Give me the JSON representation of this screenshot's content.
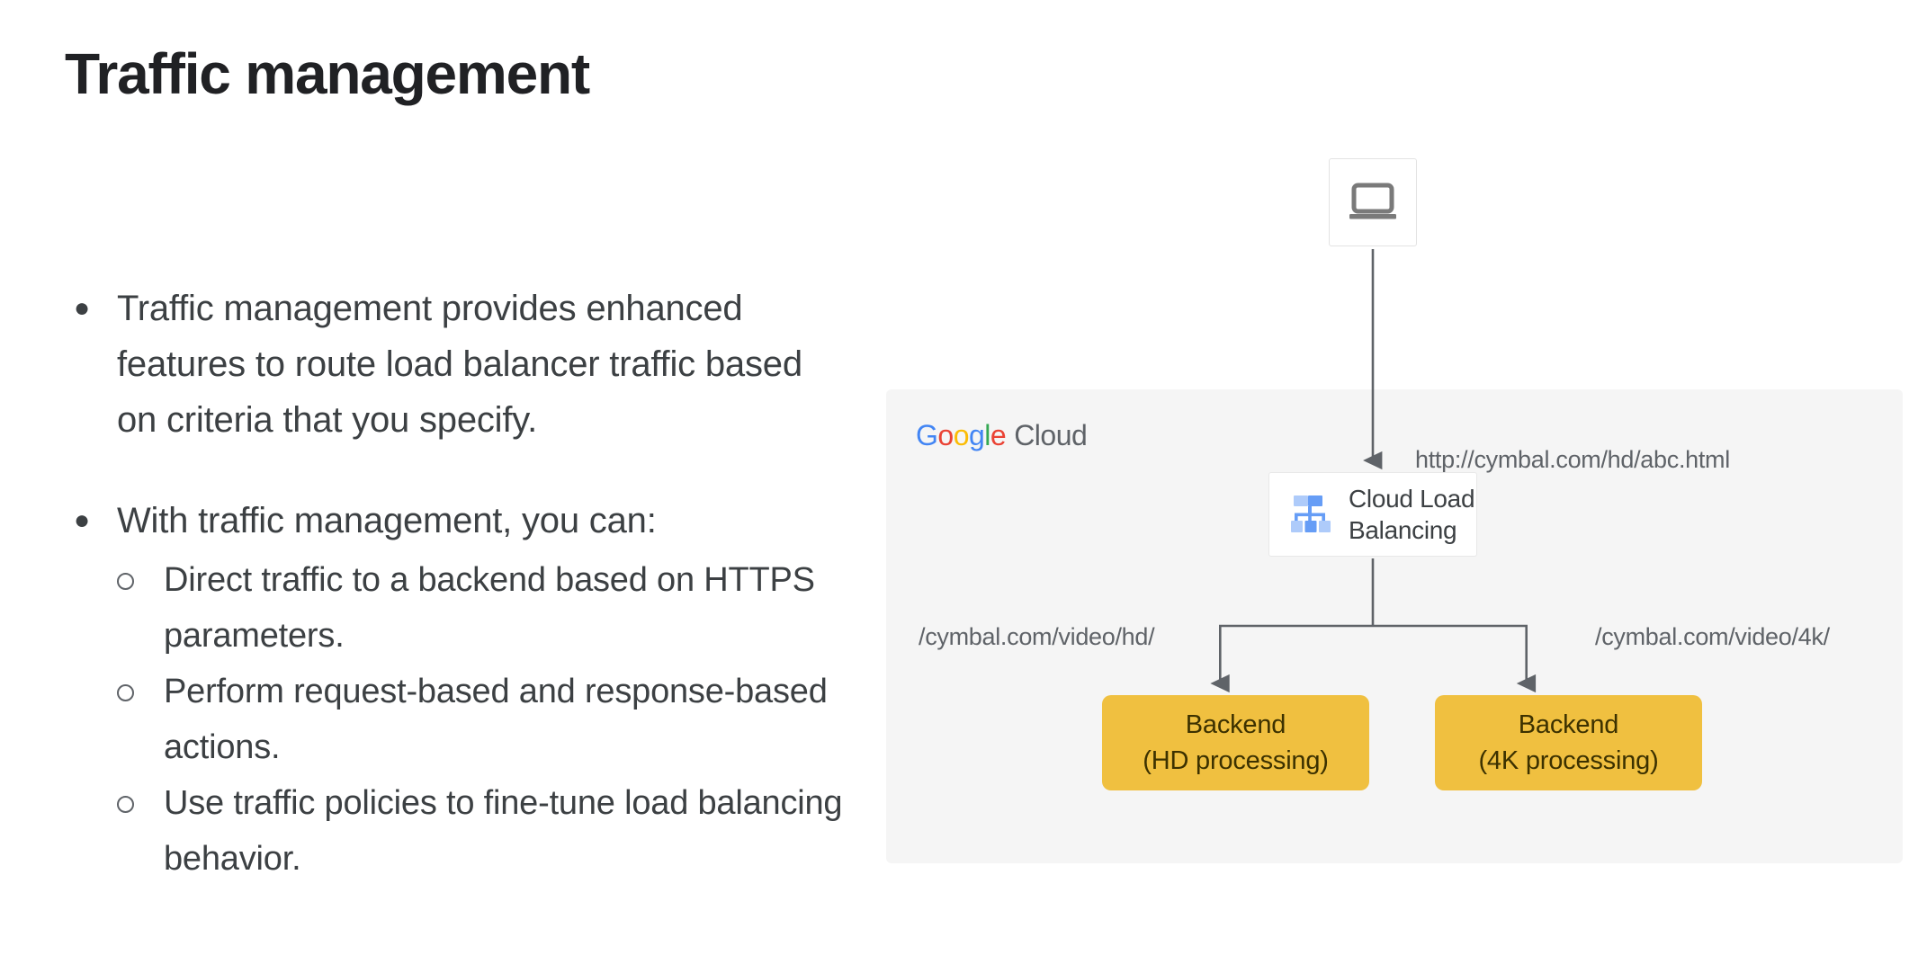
{
  "slide": {
    "title": "Traffic management"
  },
  "bullets": [
    {
      "marker": "bullet-dot",
      "text": "Traffic management provides enhanced features to route load balancer traffic based on criteria that you specify.",
      "sub_items": []
    },
    {
      "marker": "bullet-dot",
      "text": "With traffic management, you can:",
      "sub_items": [
        "Direct traffic to a backend based on HTTPS parameters.",
        "Perform request-based and response-based actions.",
        "Use traffic policies to fine-tune load balancing behavior."
      ]
    }
  ],
  "diagram": {
    "client": {
      "icon": "laptop-icon"
    },
    "request_url": "http://cymbal.com/hd/abc.html",
    "panel": {
      "logo": {
        "google": [
          "G",
          "o",
          "o",
          "g",
          "l",
          "e"
        ],
        "cloud": "Cloud"
      },
      "background_color": "#f5f5f5"
    },
    "load_balancer": {
      "icon": "cloud-load-balancing-icon",
      "label_line1": "Cloud Load",
      "label_line2": "Balancing"
    },
    "branches": [
      {
        "label": "/cymbal.com/video/hd/",
        "backend_line1": "Backend",
        "backend_line2": "(HD processing)"
      },
      {
        "label": "/cymbal.com/video/4k/",
        "backend_line1": "Backend",
        "backend_line2": "(4K processing)"
      }
    ],
    "colors": {
      "backend_fill": "#f0c040",
      "connector": "#5f6368",
      "text": "#3c4043"
    }
  }
}
